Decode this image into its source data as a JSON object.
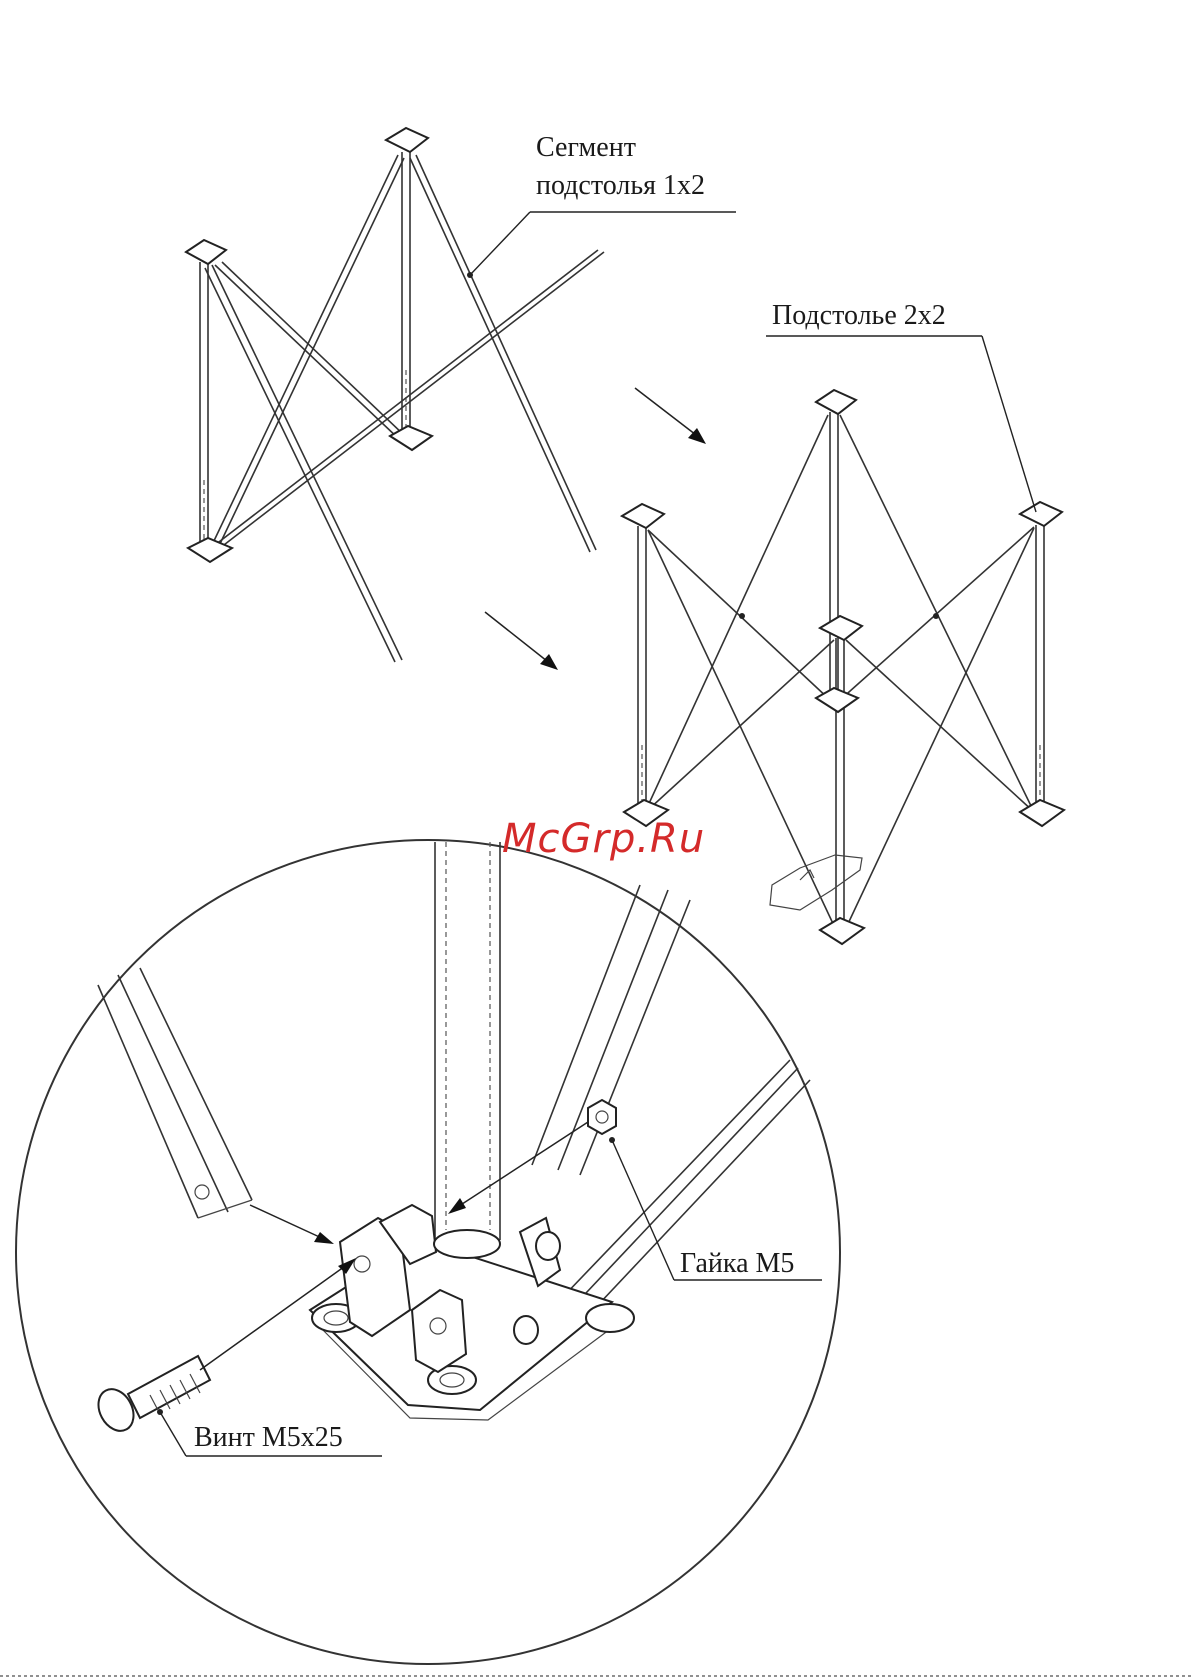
{
  "labels": {
    "segment_line1": "Сегмент",
    "segment_line2": "подстолья 1x2",
    "assembly": "Подстолье 2x2",
    "nut": "Гайка М5",
    "screw": "Винт М5x25"
  },
  "watermark": "McGrp.Ru",
  "colors": {
    "line": "#333333",
    "watermark": "#d42a2a",
    "background": "#ffffff"
  }
}
